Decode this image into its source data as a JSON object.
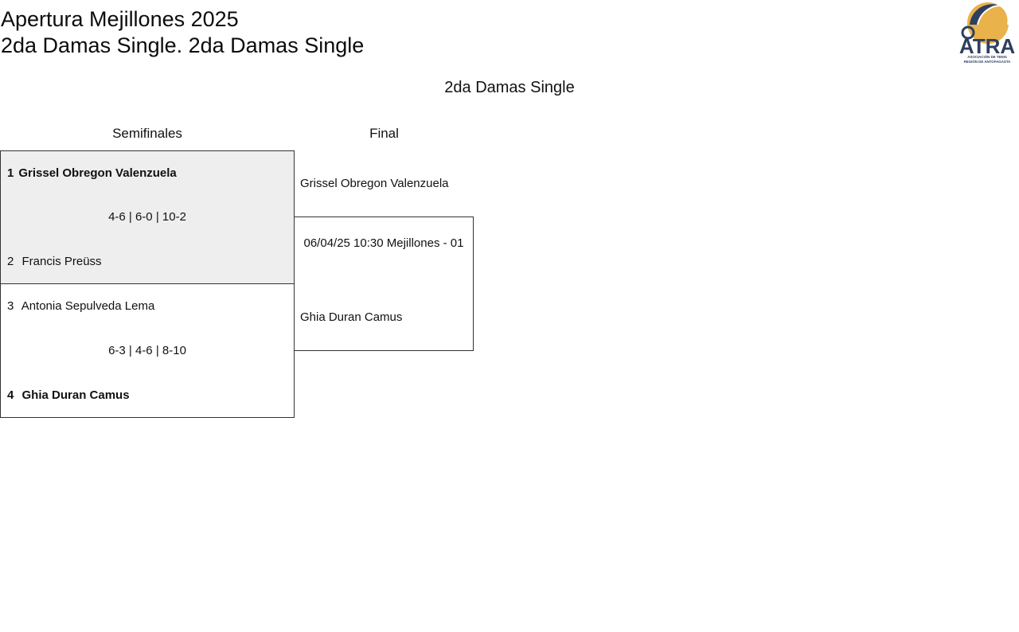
{
  "header": {
    "title_line1": "Apertura Mejillones 2025",
    "title_line2": "2da Damas Single. 2da Damas Single"
  },
  "logo": {
    "text": "ATRA",
    "subtitle_line1": "ASOCIACIÓN DE TENIS",
    "subtitle_line2": "REGIÓN DE ANTOFAGASTA",
    "icon": "tennis-ball-logo-icon",
    "colors": {
      "navy": "#2f3f5f",
      "gold": "#e9b24a"
    }
  },
  "draw": {
    "title": "2da Damas Single",
    "rounds": [
      "Semifinales",
      "Final"
    ],
    "semifinals": [
      {
        "player1": {
          "seed": "1",
          "name": "Grissel Obregon Valenzuela",
          "winner": true
        },
        "score": "4-6 | 6-0 | 10-2",
        "player2": {
          "seed": "2",
          "name": "Francis Preüss",
          "winner": false
        }
      },
      {
        "player1": {
          "seed": "3",
          "name": "Antonia Sepulveda Lema",
          "winner": false
        },
        "score": "6-3 | 4-6 | 8-10",
        "player2": {
          "seed": "4",
          "name": "Ghia Duran Camus",
          "winner": true
        }
      }
    ],
    "final": {
      "player1": "Grissel Obregon Valenzuela",
      "info": "06/04/25 10:30 Mejillones - 01",
      "player2": "Ghia Duran Camus"
    }
  },
  "colors": {
    "highlight_row_bg": "#eeeeee",
    "border": "#333333",
    "text": "#111111"
  }
}
